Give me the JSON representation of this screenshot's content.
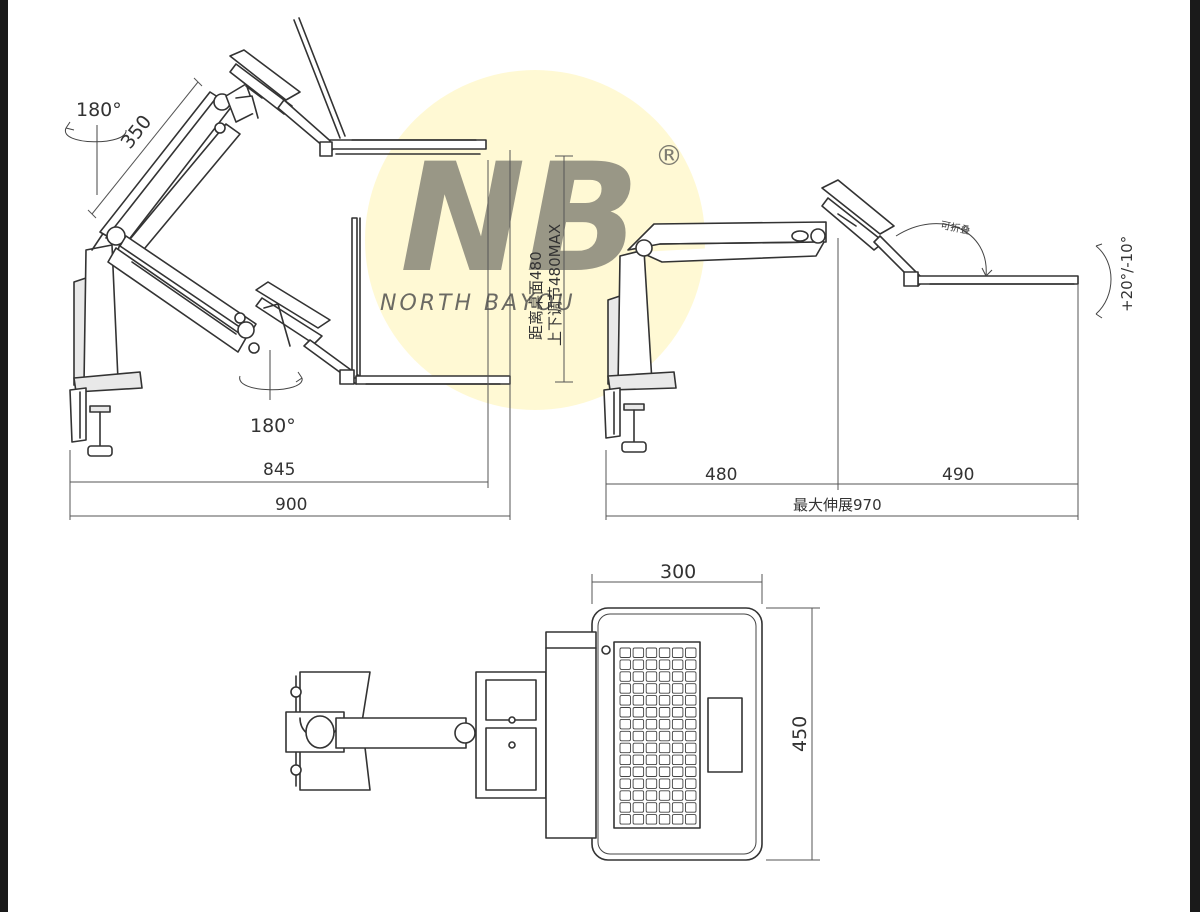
{
  "watermark": {
    "logo_text": "NB",
    "registered_mark": "®",
    "brand_text": "NORTH BAYOU",
    "brand_visible_text": "NORTH BAYOU",
    "circle_color": "#fff3a8",
    "logo_color": "#f2a0a8"
  },
  "side_view_left": {
    "rotation_top": "180°",
    "rotation_bottom": "180°",
    "arm_length": "350",
    "height_label_line1": "距离桌面480",
    "height_label_line2": "上下调节480MAX",
    "reach_inner": "845",
    "reach_outer": "900"
  },
  "side_view_right": {
    "fold_label": "可折叠",
    "tilt_label": "+20°/-10°",
    "segment_1": "480",
    "segment_2": "490",
    "max_extension": "最大伸展970"
  },
  "top_view": {
    "width_label": "300",
    "depth_label": "450"
  },
  "colors": {
    "line": "#333333",
    "frame": "#1a1a1a"
  }
}
